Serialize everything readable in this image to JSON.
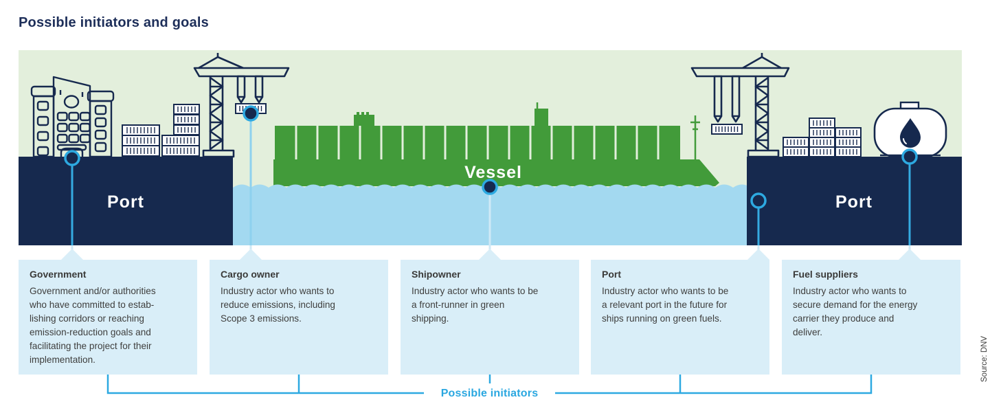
{
  "title": "Possible initiators and goals",
  "scene": {
    "left_port_label": "Port",
    "right_port_label": "Port",
    "vessel_label": "Vessel"
  },
  "cards": [
    {
      "heading": "Government",
      "body": "Government and/or authorities\nwho have committed to estab-\nlishing corridors or reaching\nemission-reduction goals and\nfacilitating the project for their\nimplementation."
    },
    {
      "heading": "Cargo owner",
      "body": "Industry actor who wants to\nreduce emissions, including\nScope 3 emissions."
    },
    {
      "heading": "Shipowner",
      "body": "Industry actor who wants to be\na front-runner in green\nshipping."
    },
    {
      "heading": "Port",
      "body": "Industry actor who wants to be\na relevant port in the future for\nships running on green fuels."
    },
    {
      "heading": "Fuel suppliers",
      "body": "Industry actor who wants to\nsecure demand for the energy\ncarrier they produce and\ndeliver."
    }
  ],
  "footer": {
    "bracket_label": "Possible initiators"
  },
  "source": "Source: DNV",
  "colors": {
    "navy": "#16294e",
    "ship_green": "#429b3a",
    "water_blue": "#a3d9f0",
    "accent_cyan": "#2da9e1",
    "scene_background": "#e3efdc",
    "card_background": "#d9eef8",
    "title_navy": "#1d2e59",
    "body_text": "#3e3e3d"
  }
}
